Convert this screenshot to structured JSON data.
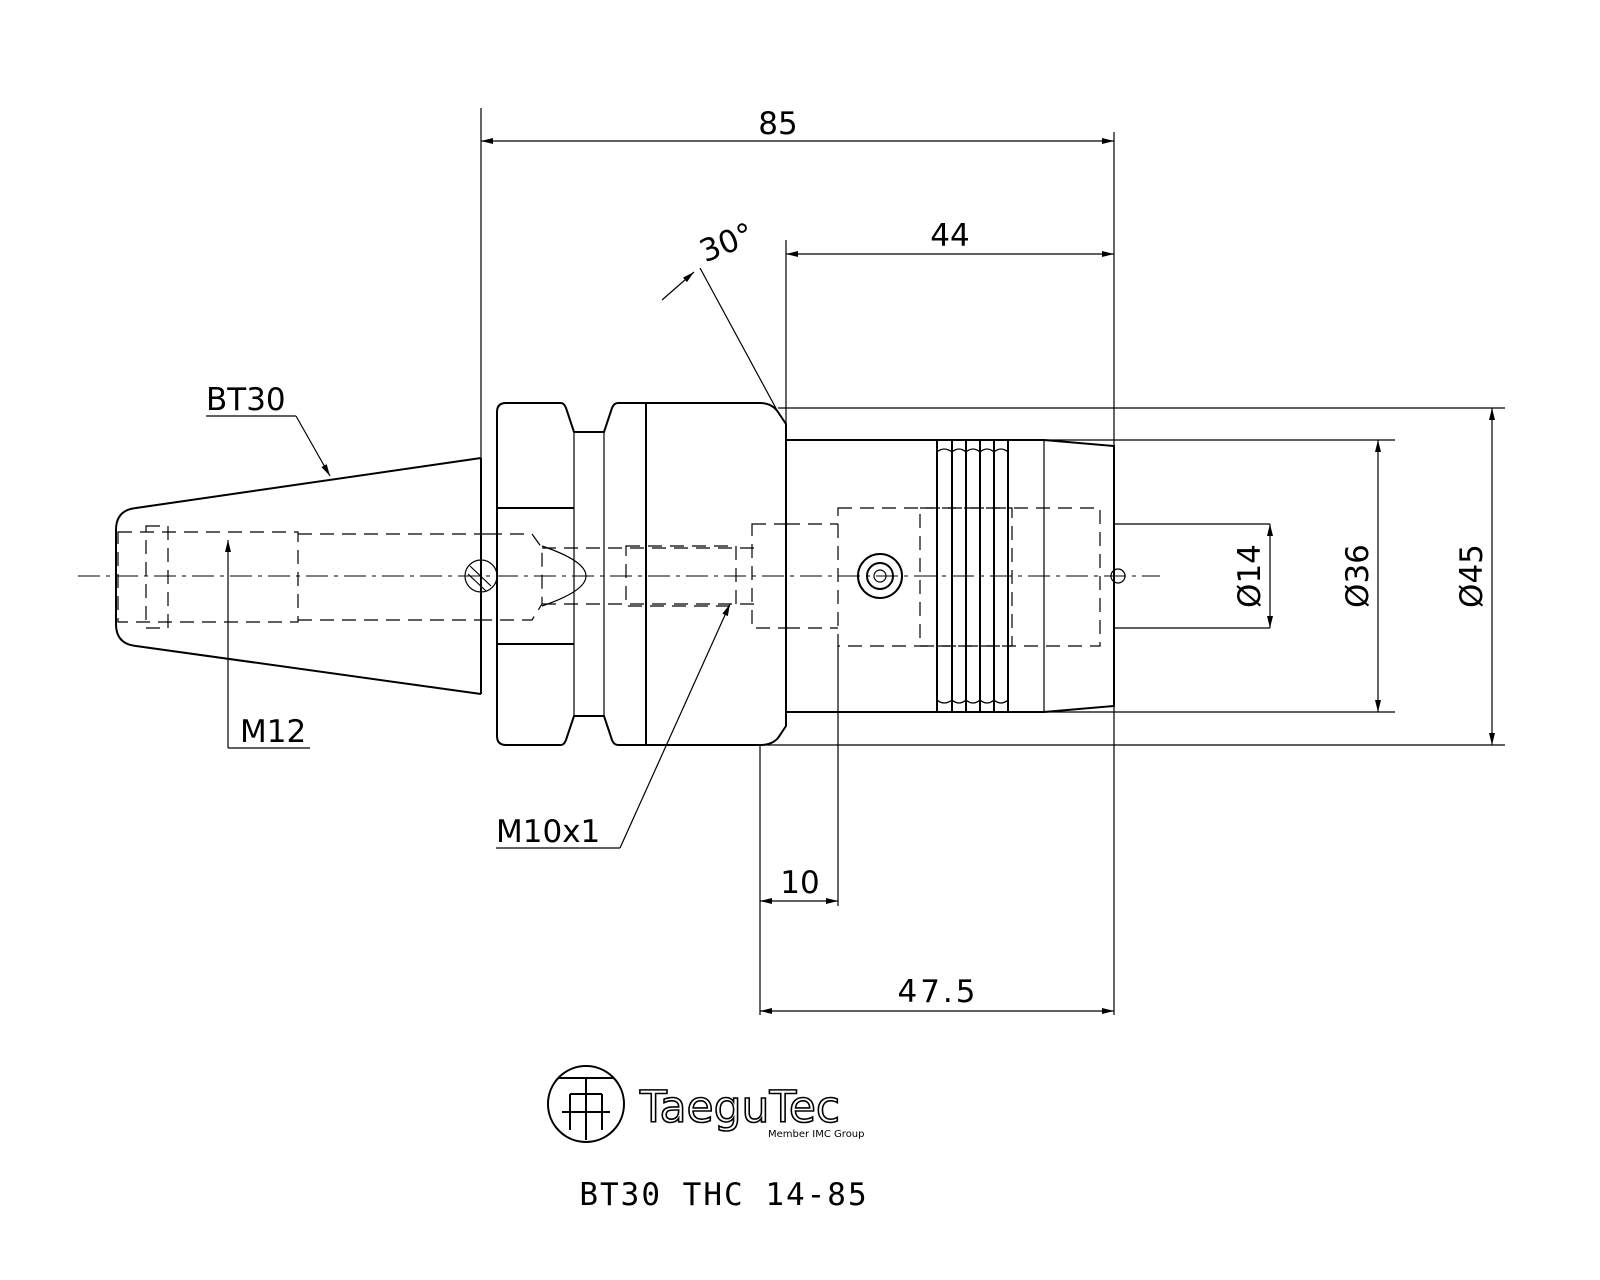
{
  "dimensions": {
    "overall_length": "85",
    "angle": "30°",
    "body_length": "44",
    "shank_offset": "10",
    "gauge_length": "47.5",
    "bore_dia": "Ø14",
    "body_dia": "Ø36",
    "flange_dia": "Ø45"
  },
  "labels": {
    "taper": "BT30",
    "retention_thread": "M12",
    "screw_thread": "M10x1"
  },
  "logo": {
    "brand": "TaeguTec",
    "tagline": "Member IMC Group"
  },
  "caption": "BT30 THC 14-85"
}
